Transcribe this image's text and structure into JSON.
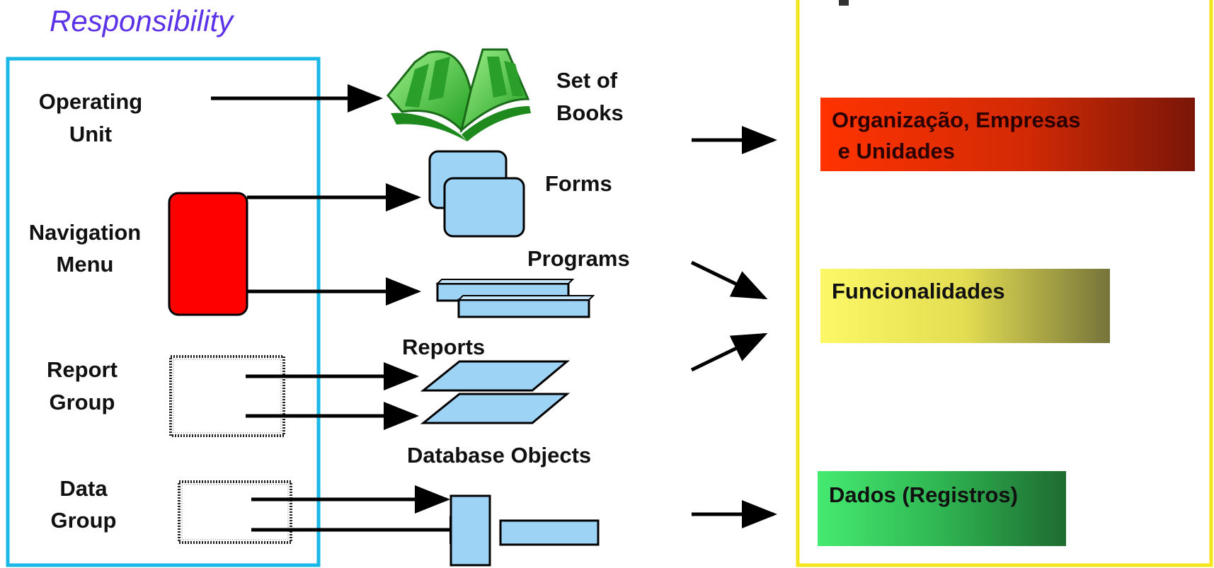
{
  "title": "Responsibility",
  "left_labels": {
    "operating_unit": [
      "Operating",
      "Unit"
    ],
    "navigation_menu": [
      "Navigation",
      "Menu"
    ],
    "report_group": [
      "Report",
      "Group"
    ],
    "data_group": [
      "Data",
      "Group"
    ]
  },
  "object_labels": {
    "set_of_books": [
      "Set of",
      "Books"
    ],
    "forms": "Forms",
    "programs": "Programs",
    "reports": "Reports",
    "database_objects": "Database Objects"
  },
  "right_boxes": {
    "organizacao": [
      "Organização, Empresas",
      " e Unidades"
    ],
    "funcionalidades": "Funcionalidades",
    "dados": "Dados (Registros)"
  },
  "colors": {
    "responsibility_frame": "#1ab8e6",
    "right_panel_frame": "#f5e51b",
    "navigation_menu_fill": "#ff0000",
    "object_fill": "#9dd3f5",
    "book_fill": "#3fbf3f",
    "organizacao_gradient": [
      "#ff3300",
      "#7a1608"
    ],
    "funcionalidades_gradient": [
      "#fbf35c",
      "#76743a"
    ],
    "dados_gradient": [
      "#42e86e",
      "#1e6b30"
    ],
    "title_color": "#5b32e8"
  }
}
